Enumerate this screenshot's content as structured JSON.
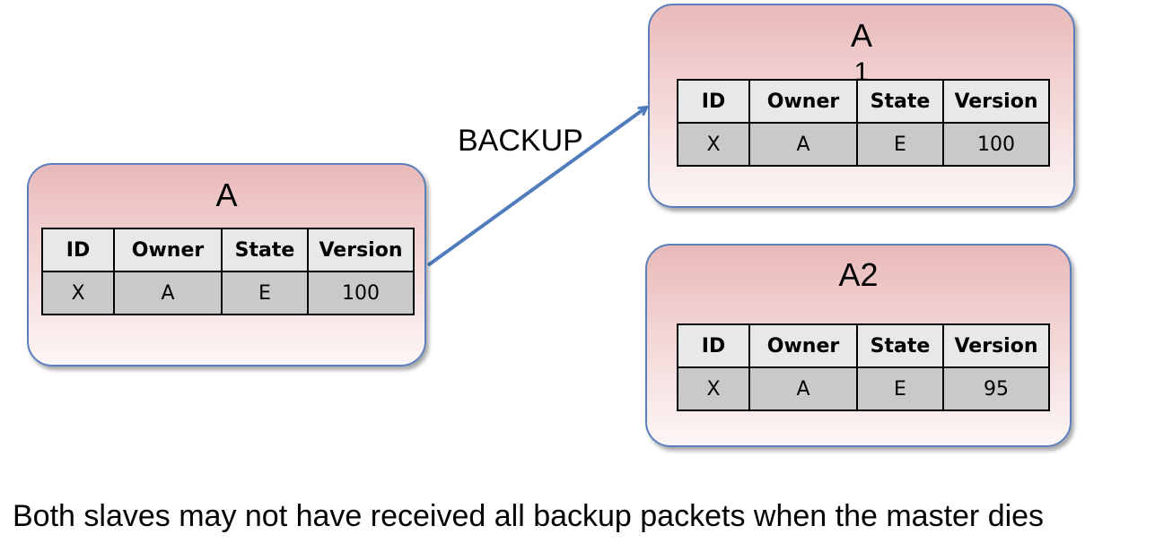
{
  "nodes": {
    "master": {
      "title": "A",
      "headers": [
        "ID",
        "Owner",
        "State",
        "Version"
      ],
      "row": [
        "X",
        "A",
        "E",
        "100"
      ]
    },
    "slave1": {
      "title": "A",
      "subscript": "1",
      "headers": [
        "ID",
        "Owner",
        "State",
        "Version"
      ],
      "row": [
        "X",
        "A",
        "E",
        "100"
      ]
    },
    "slave2": {
      "title": "A2",
      "headers": [
        "ID",
        "Owner",
        "State",
        "Version"
      ],
      "row": [
        "X",
        "A",
        "E",
        "95"
      ]
    }
  },
  "edge": {
    "label": "BACKUP",
    "color": "#4f7cbc"
  },
  "caption": "Both slaves may not have received all backup packets when the master dies",
  "colors": {
    "node_border": "#5b7fbd",
    "node_fill_top": "#e9b9b9",
    "header_fill": "#e8e8e8",
    "cell_fill": "#c9c9c9"
  }
}
